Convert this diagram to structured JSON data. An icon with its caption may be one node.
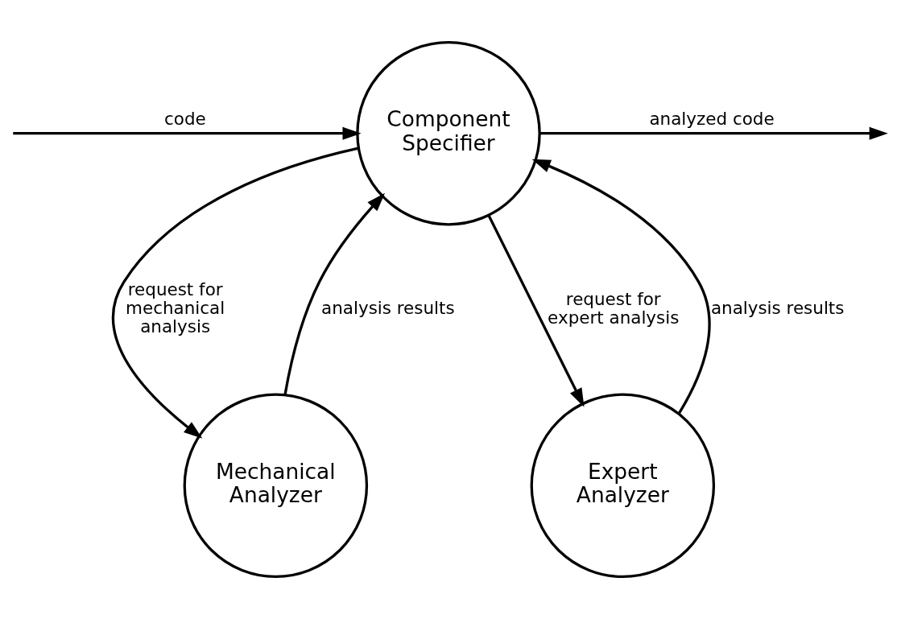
{
  "diagram": {
    "nodes": [
      {
        "text": [
          "Component Specifier"
        ]
      },
      {
        "text": [
          "Mechanical Analyzer"
        ]
      },
      {
        "text": [
          "Expert Analyzer"
        ]
      }
    ],
    "edges": [
      {
        "from": null,
        "to": 0,
        "arrow": "to",
        "label": "code"
      },
      {
        "from": 0,
        "to": null,
        "arrow": "to",
        "label": "analyzed code"
      },
      {
        "from": 0,
        "to": 1,
        "arrow": "to",
        "label": "request for mechanical analysis"
      },
      {
        "from": 1,
        "to": 0,
        "arrow": "to",
        "label": "analysis results"
      },
      {
        "from": 0,
        "to": 2,
        "arrow": "to",
        "label": "request for expert analysis"
      },
      {
        "from": 2,
        "to": 0,
        "arrow": "to",
        "label": "analysis results"
      }
    ]
  }
}
